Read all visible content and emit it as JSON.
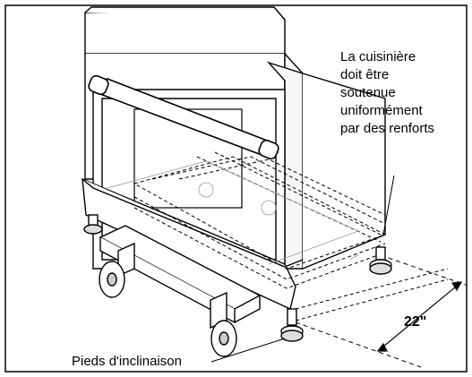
{
  "labels": {
    "support_note": [
      "La cuisinière",
      "doit être",
      "soutenue",
      "uniformément",
      "par des renforts"
    ],
    "leveling_legs": "Pieds d'inclinaison",
    "dimension": "22\""
  },
  "colors": {
    "line": "#000000",
    "background": "#ffffff"
  }
}
